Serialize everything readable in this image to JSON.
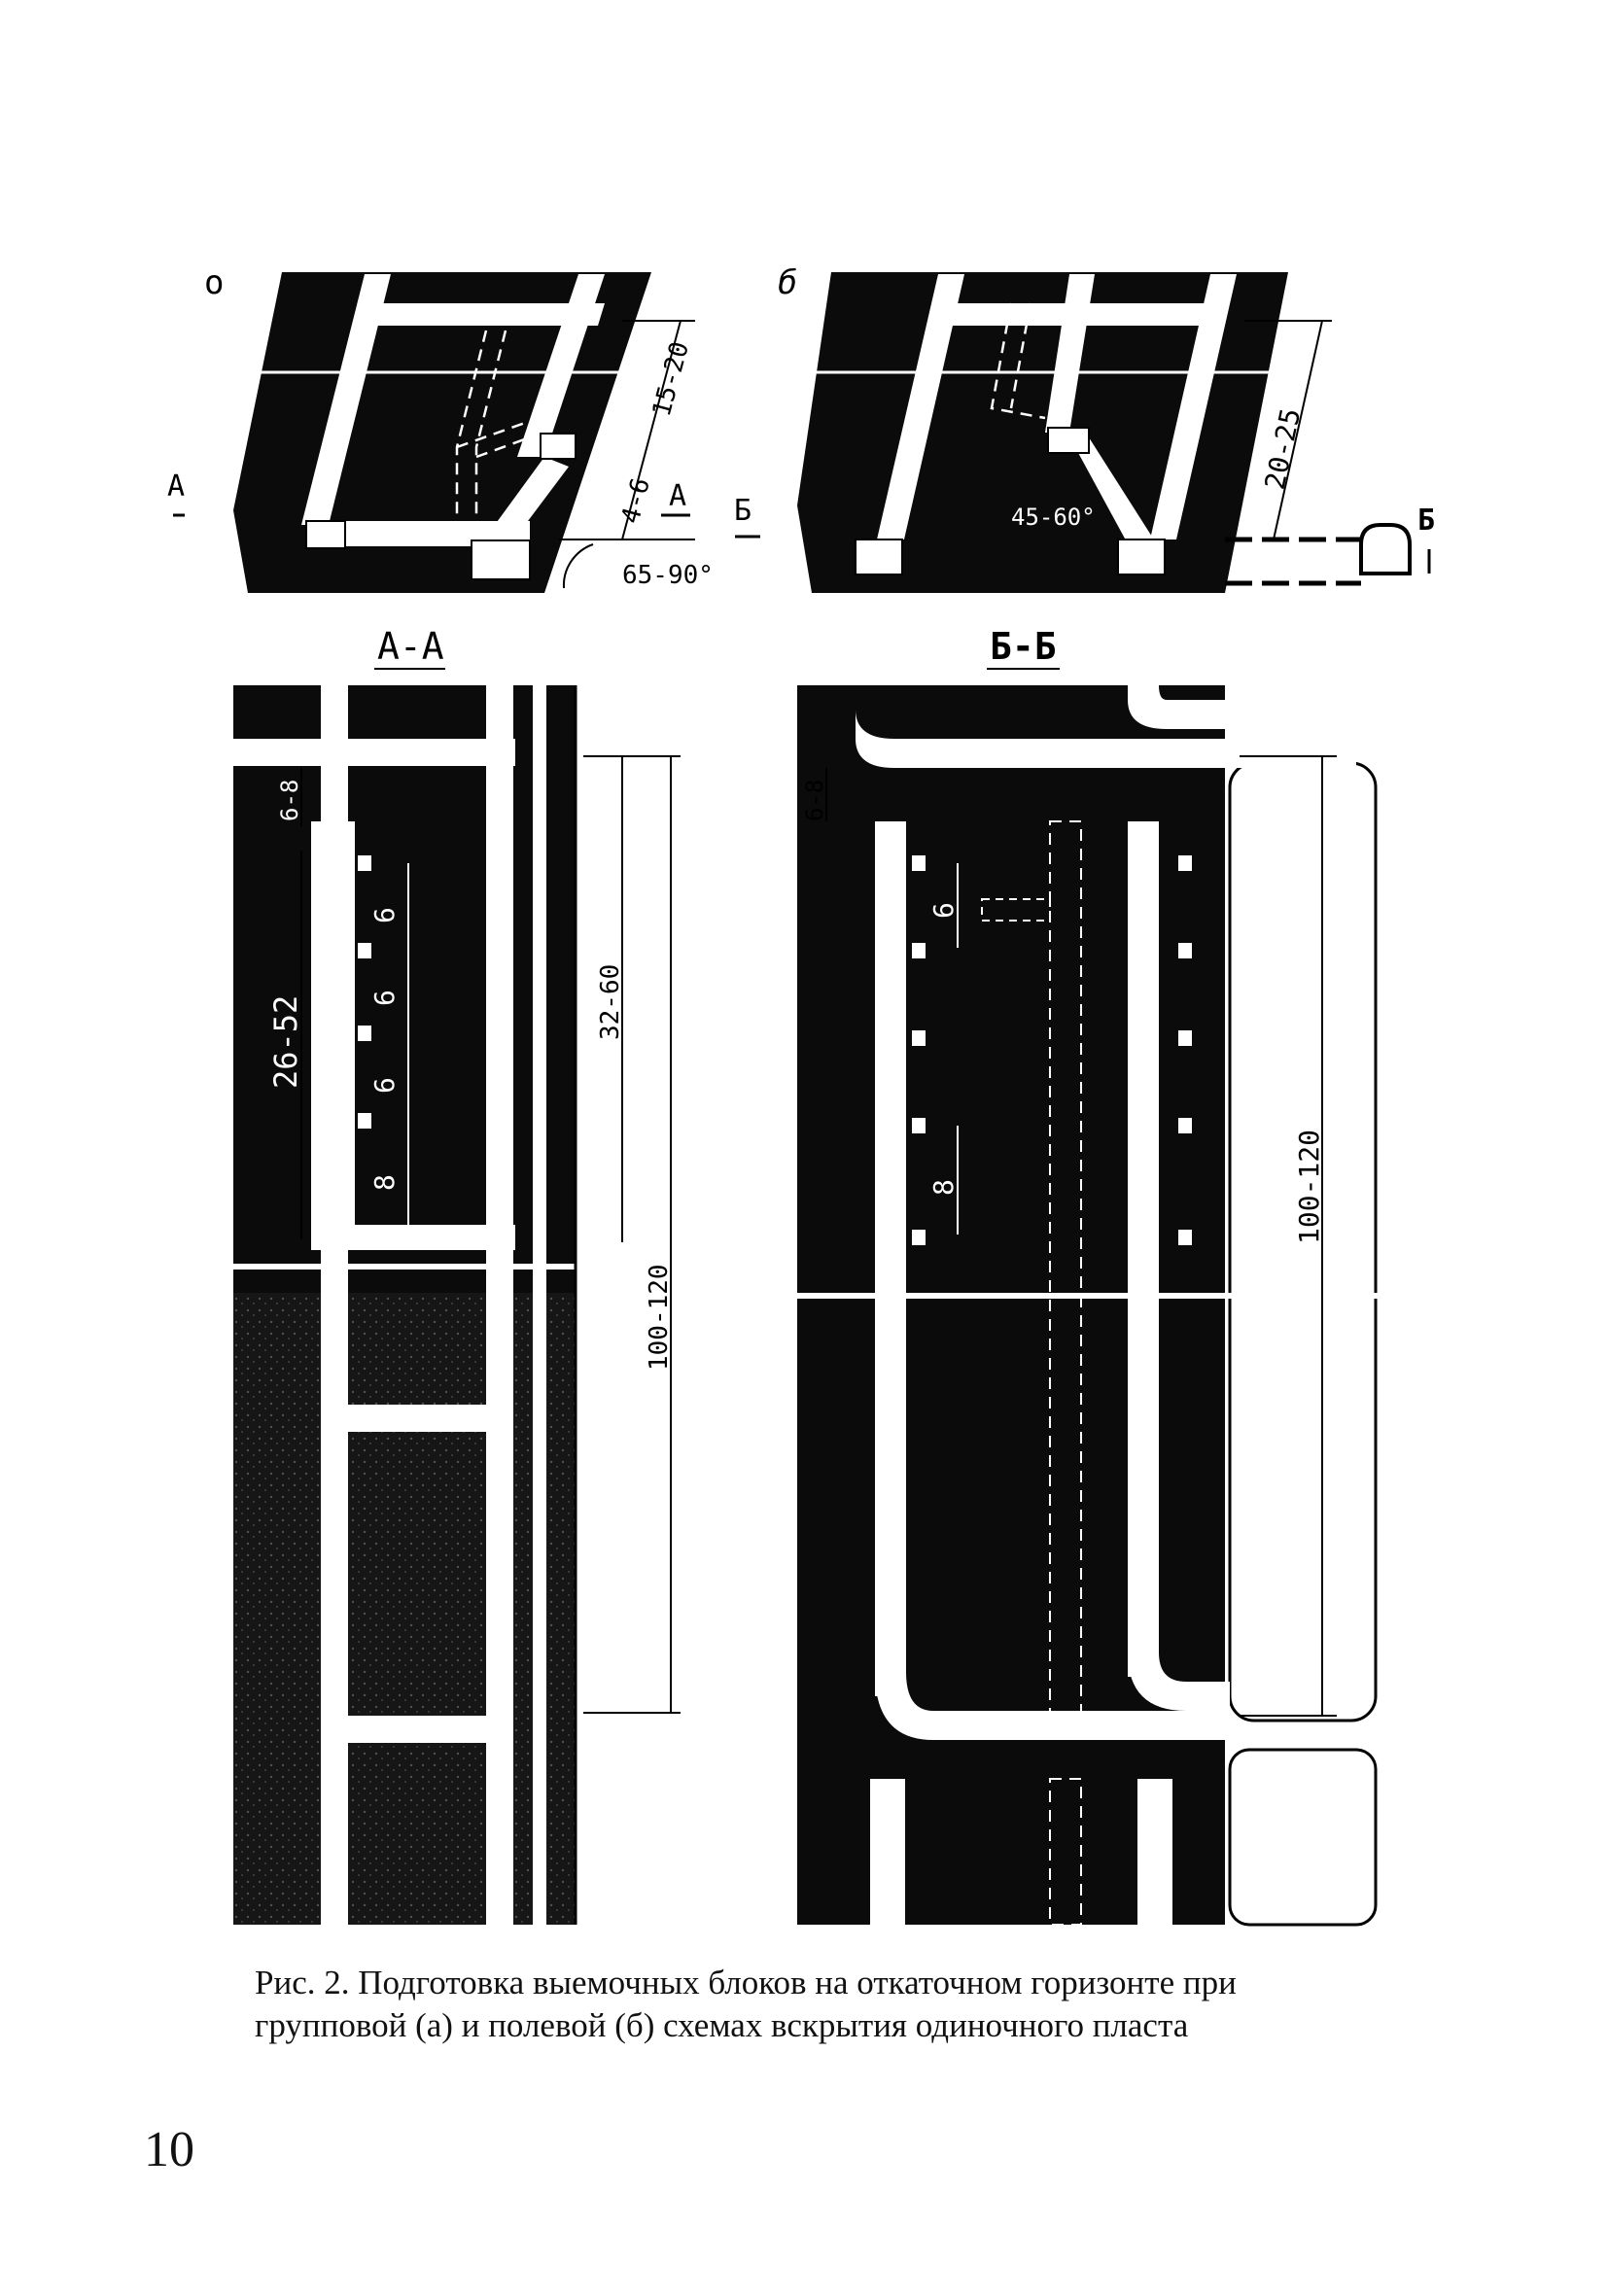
{
  "figure": {
    "label_a": "о",
    "label_b": "б",
    "section_aa_title": "А-А",
    "section_bb_title": "Б-Б",
    "cut_a_left": "А",
    "cut_a_right": "А",
    "cut_b_left": "Б",
    "cut_b_right": "Б",
    "dims_a": {
      "d1": "15-20",
      "d2": "4-6",
      "angle": "65-90°"
    },
    "dims_b": {
      "d1": "20-25",
      "angle": "45-60°"
    },
    "dims_aa": {
      "top": "6-8",
      "span": "26-52",
      "s1": "6",
      "s2": "6",
      "s3": "6",
      "s4": "8",
      "right": "32-60",
      "total": "100-120"
    },
    "dims_bb": {
      "top": "6-8",
      "s1": "6",
      "s2": "8",
      "total": "100-120"
    }
  },
  "caption": {
    "line1": "Рис. 2. Подготовка выемочных блоков на откаточном горизонте при",
    "line2": "групповой (а) и полевой (б) схемах вскрытия одиночного пласта"
  },
  "page_number": "10"
}
